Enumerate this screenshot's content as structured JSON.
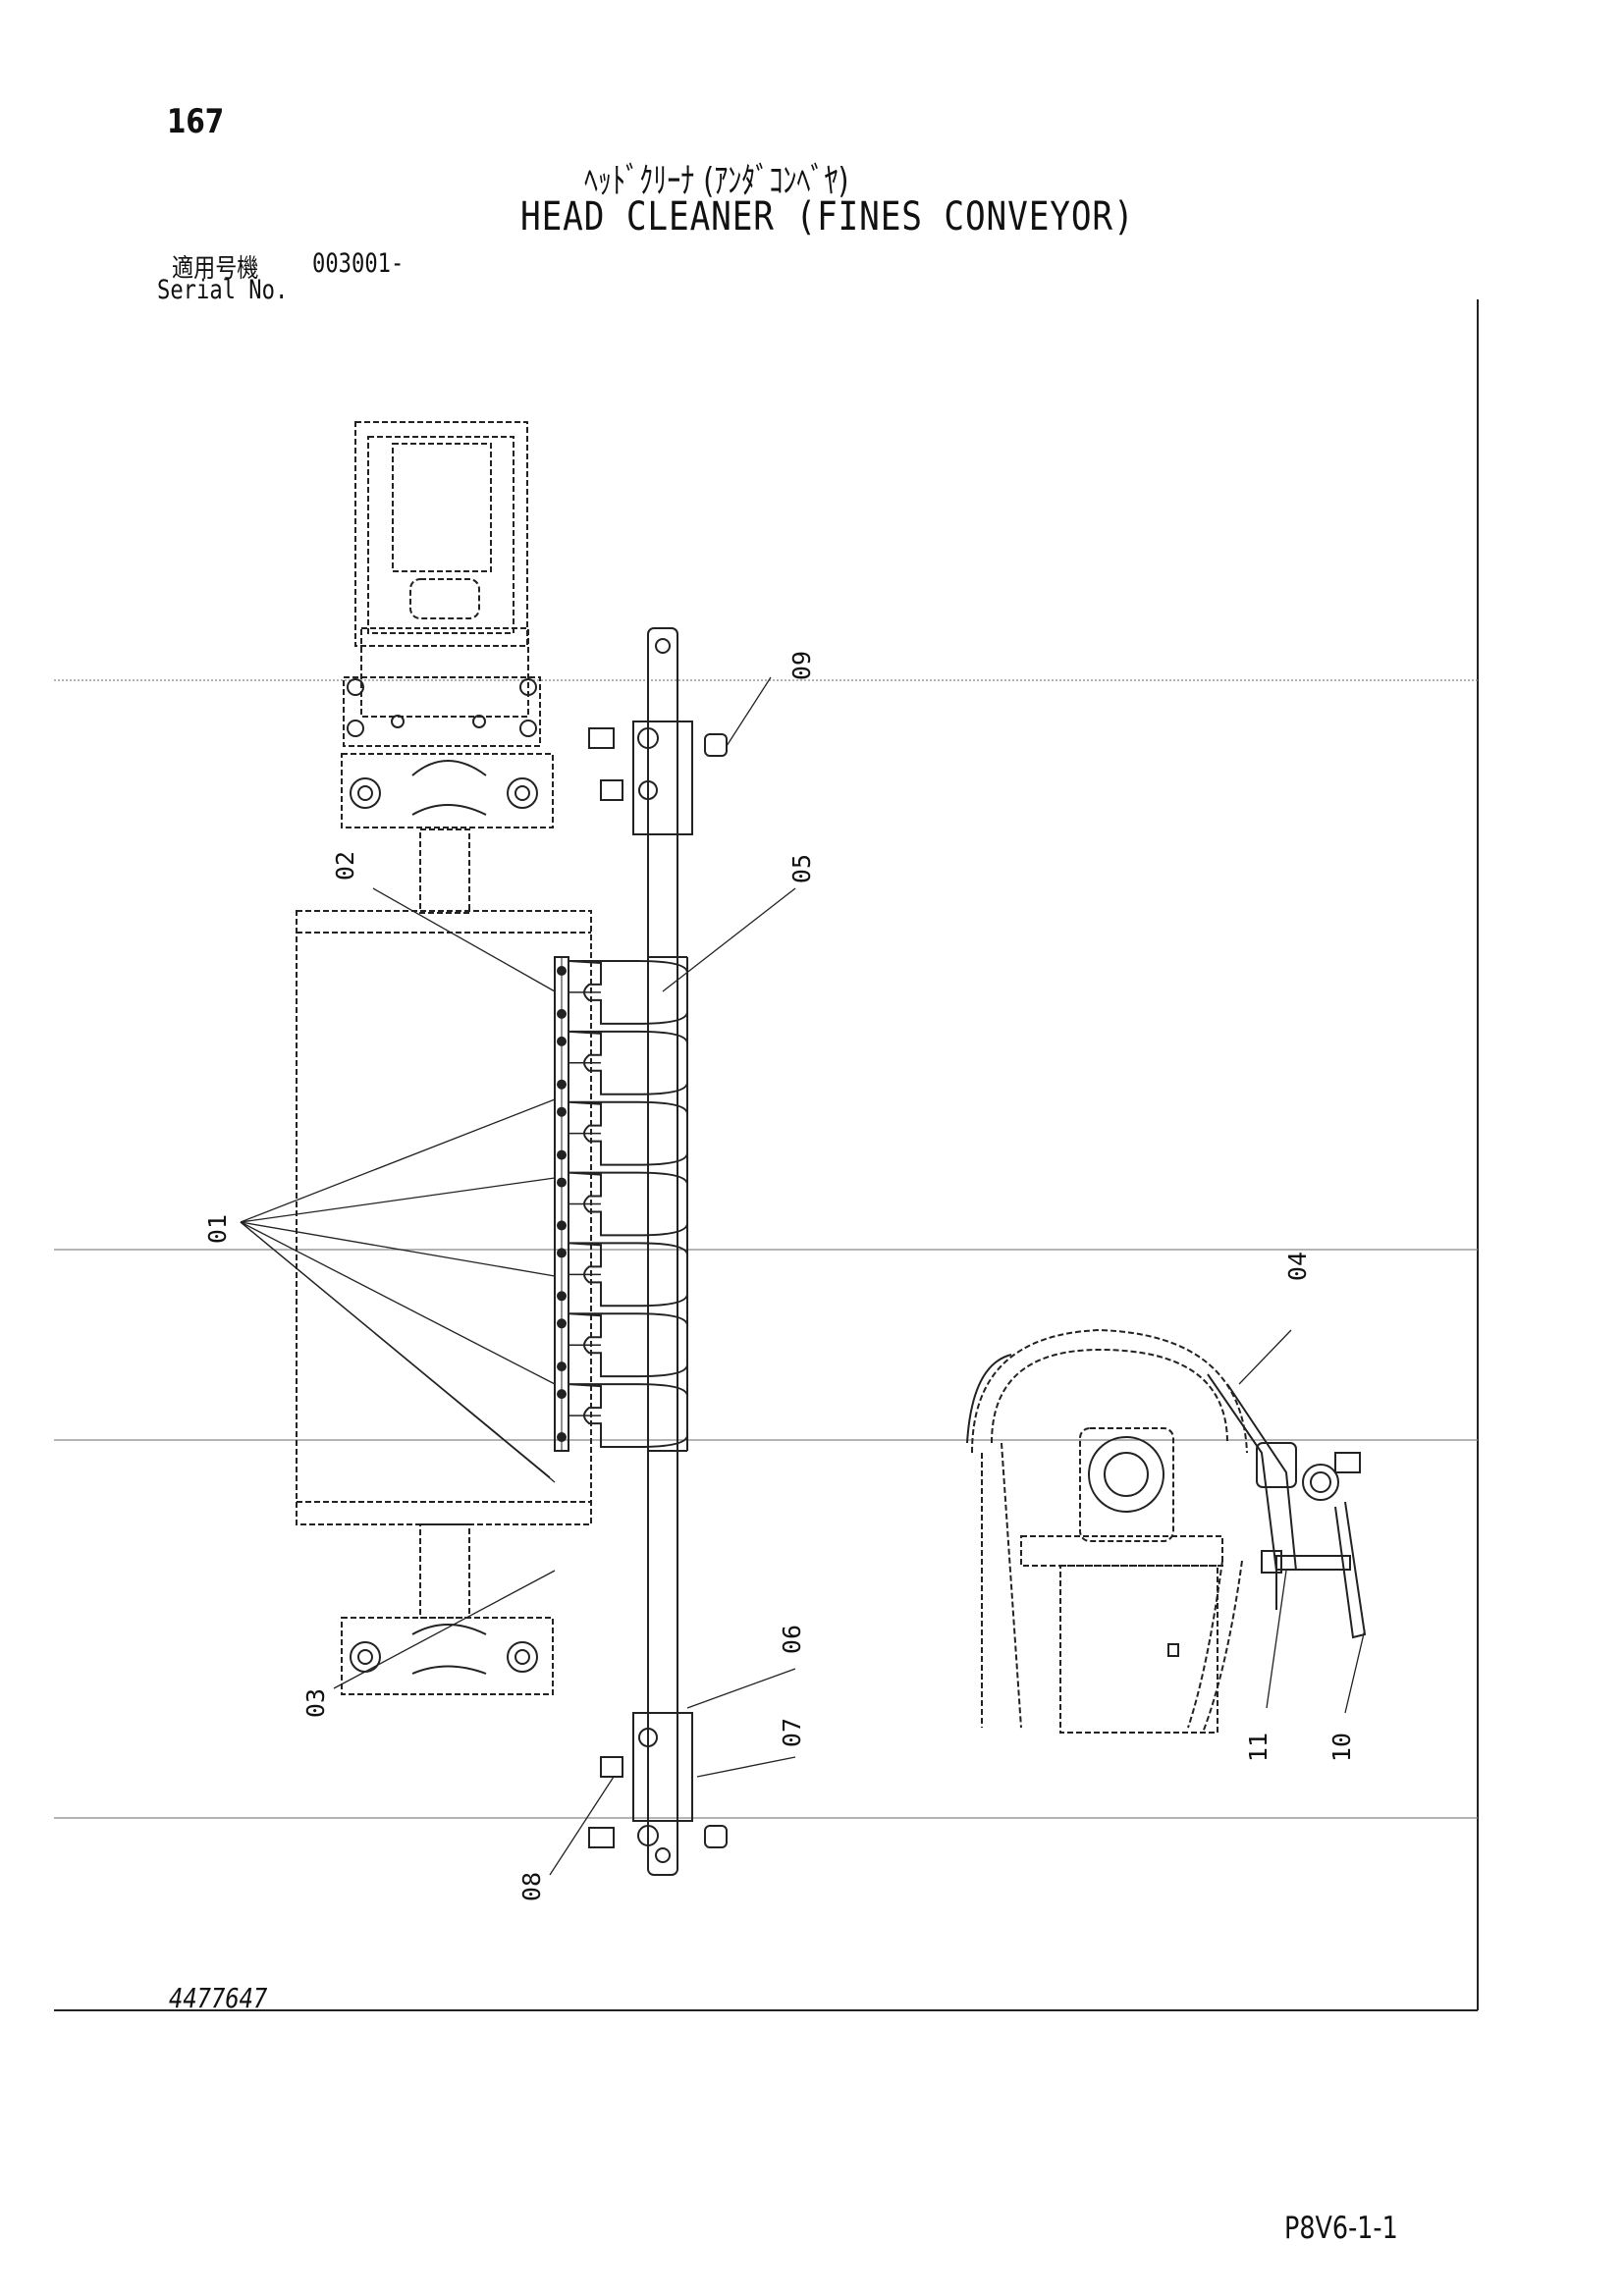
{
  "header": {
    "page_number": "167",
    "title_jp": "ﾍｯﾄﾞｸﾘｰﾅ (ｱﾝﾀﾞｺﾝﾍﾞﾔ)",
    "title_en": "HEAD CLEANER (FINES CONVEYOR)",
    "serial_label_jp": "適用号機",
    "serial_value": "003001-",
    "serial_label_en": "Serial No."
  },
  "footer": {
    "drawing_number": "4477647",
    "page_code": "P8V6-1-1"
  },
  "callouts": {
    "c01": "01",
    "c02": "02",
    "c03": "03",
    "c04": "04",
    "c05": "05",
    "c06": "06",
    "c07": "07",
    "c08": "08",
    "c09": "09",
    "c10": "10",
    "c11": "11"
  }
}
